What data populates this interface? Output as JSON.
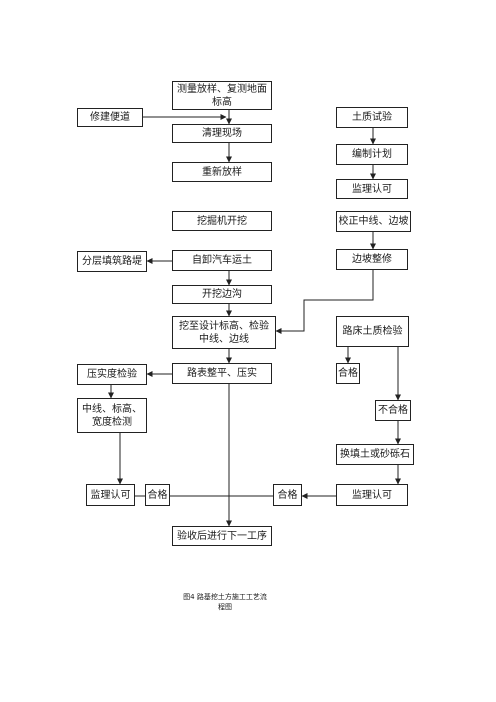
{
  "nodes": {
    "survey": "测量放样、复测地面\n标高",
    "clear": "清理现场",
    "re_stake": "重新放样",
    "excavator": "挖掘机开挖",
    "truck": "自卸汽车运土",
    "ditch": "开挖边沟",
    "to_design": "挖至设计标高、检验\n中线、边线",
    "surface": "路表整平、压实",
    "accept": "验收后进行下一工序",
    "temp_road": "修建便道",
    "layered_fill": "分层填筑路堤",
    "compaction_test": "压实度检验",
    "centerline_test": "中线、标高、\n宽度检测",
    "supervision_left": "监理认可",
    "pass_left": "合格",
    "soil_test": "土质试验",
    "plan": "编制计划",
    "supervision_right_top": "监理认可",
    "correct_slope": "校正中线、边坡",
    "slope_trim": "边坡整修",
    "subgrade_test": "路床土质检验",
    "pass_right": "合格",
    "fail": "不合格",
    "replace": "换填土或砂砾石",
    "supervision_right_bottom": "监理认可",
    "pass_center": "合格"
  },
  "caption": {
    "line1": "图4  路基挖土方施工工艺流",
    "line2": "程图"
  }
}
